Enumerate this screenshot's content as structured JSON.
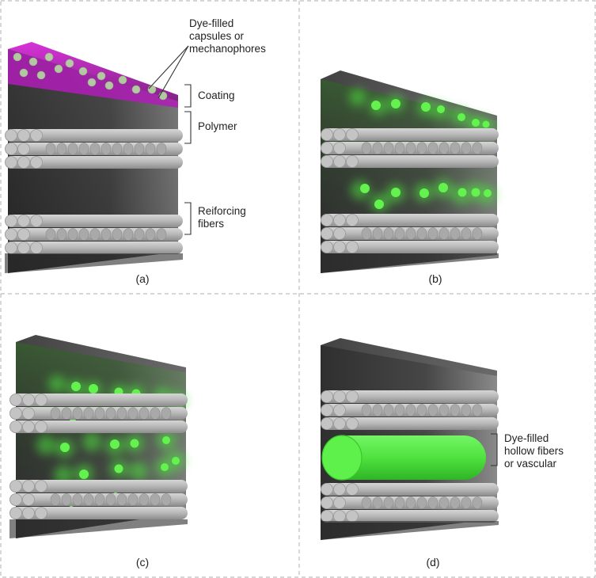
{
  "panels": [
    {
      "id": "a",
      "label": "(a)"
    },
    {
      "id": "b",
      "label": "(b)"
    },
    {
      "id": "c",
      "label": "(c)"
    },
    {
      "id": "d",
      "label": "(d)"
    }
  ],
  "callouts": {
    "capsules": {
      "line1": "Dye-filled",
      "line2": "capsules or",
      "line3": "mechanophores"
    },
    "coating": "Coating",
    "polymer": "Polymer",
    "fibers": {
      "line1": "Reiforcing",
      "line2": "fibers"
    },
    "hollow": {
      "line1": "Dye-filled",
      "line2": "hollow fibers",
      "line3": "or vascular"
    }
  },
  "colors": {
    "magenta": "#c21ac7",
    "green": "#4eea3c",
    "fiber": "#b9b9b9",
    "polymer_dark": "#3a3a3a",
    "border": "#bdbdbd"
  }
}
